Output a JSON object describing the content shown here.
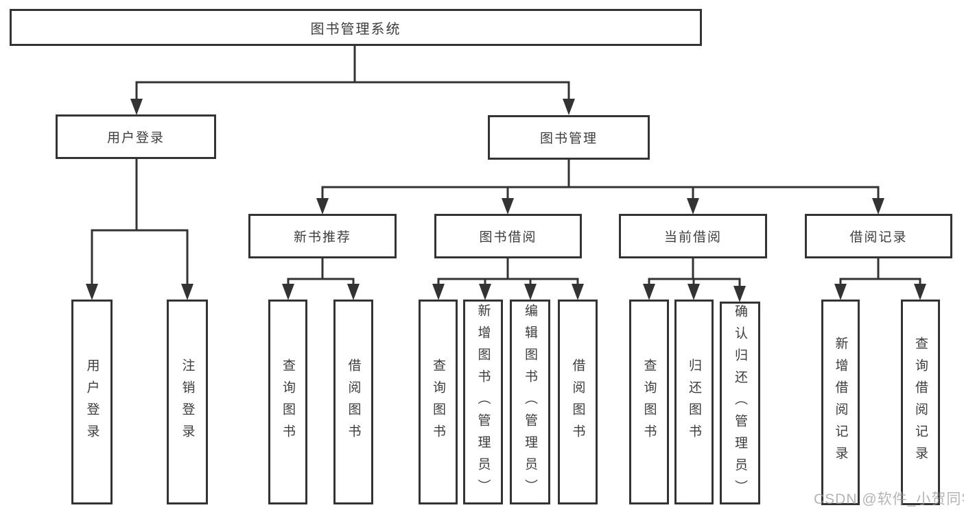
{
  "diagram": {
    "root": {
      "label": "图书管理系统"
    },
    "branches": [
      {
        "label": "用户登录",
        "children": [
          {
            "label": "用户登录"
          },
          {
            "label": "注销登录"
          }
        ]
      },
      {
        "label": "图书管理",
        "sections": [
          {
            "label": "新书推荐",
            "children": [
              {
                "label": "查询图书"
              },
              {
                "label": "借阅图书"
              }
            ]
          },
          {
            "label": "图书借阅",
            "children": [
              {
                "label": "查询图书"
              },
              {
                "label": "新增图书（管理员）"
              },
              {
                "label": "编辑图书（管理员）"
              },
              {
                "label": "借阅图书"
              }
            ]
          },
          {
            "label": "当前借阅",
            "children": [
              {
                "label": "查询图书"
              },
              {
                "label": "归还图书"
              },
              {
                "label": "确认归还（管理员）"
              }
            ]
          },
          {
            "label": "借阅记录",
            "children": [
              {
                "label": "新增借阅记录"
              },
              {
                "label": "查询借阅记录"
              }
            ]
          }
        ]
      }
    ],
    "colors": {
      "line": "#333333",
      "text": "#3d3d3d",
      "watermark": "#9b9b9b"
    }
  },
  "watermark": {
    "text": "CSDN @软件_小贺同学"
  }
}
